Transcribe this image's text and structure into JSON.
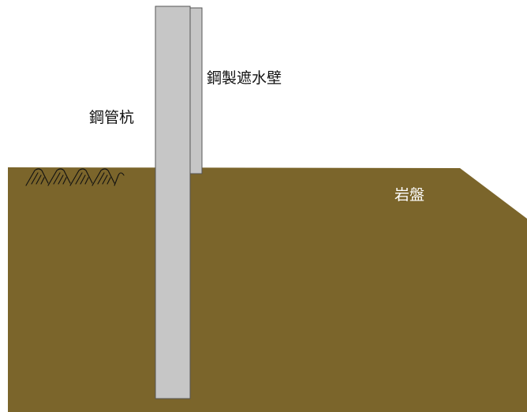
{
  "labels": {
    "steel_pipe_pile": "鋼管杭",
    "steel_waterproof_wall": "鋼製遮水壁",
    "bedrock": "岩盤"
  },
  "colors": {
    "bedrock_fill": "#7b652b",
    "pile_fill": "#c6c6c6",
    "pile_stroke": "#555555",
    "label_dark": "#111111",
    "label_light": "#ffffff"
  },
  "icons": {
    "ground_surface_symbol": "hatched-ground-icon"
  }
}
